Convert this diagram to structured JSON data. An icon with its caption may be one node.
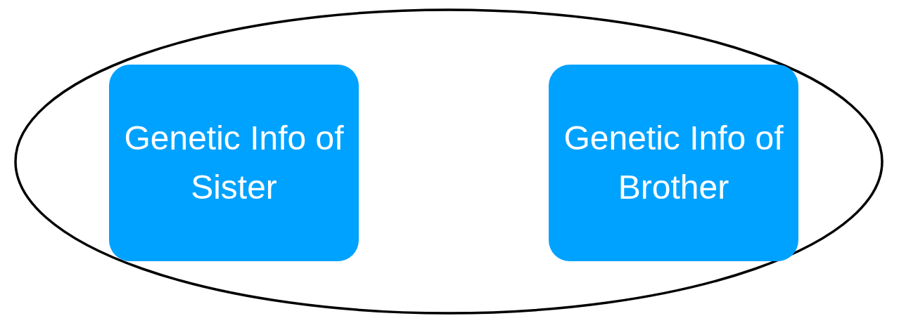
{
  "diagram": {
    "nodes": [
      {
        "text": [],
        "shape": "ellipse"
      },
      {
        "text": [
          "Genetic Info of Sister"
        ],
        "in": 0
      },
      {
        "text": [
          "Genetic Info of Brother"
        ],
        "in": 0
      }
    ]
  }
}
